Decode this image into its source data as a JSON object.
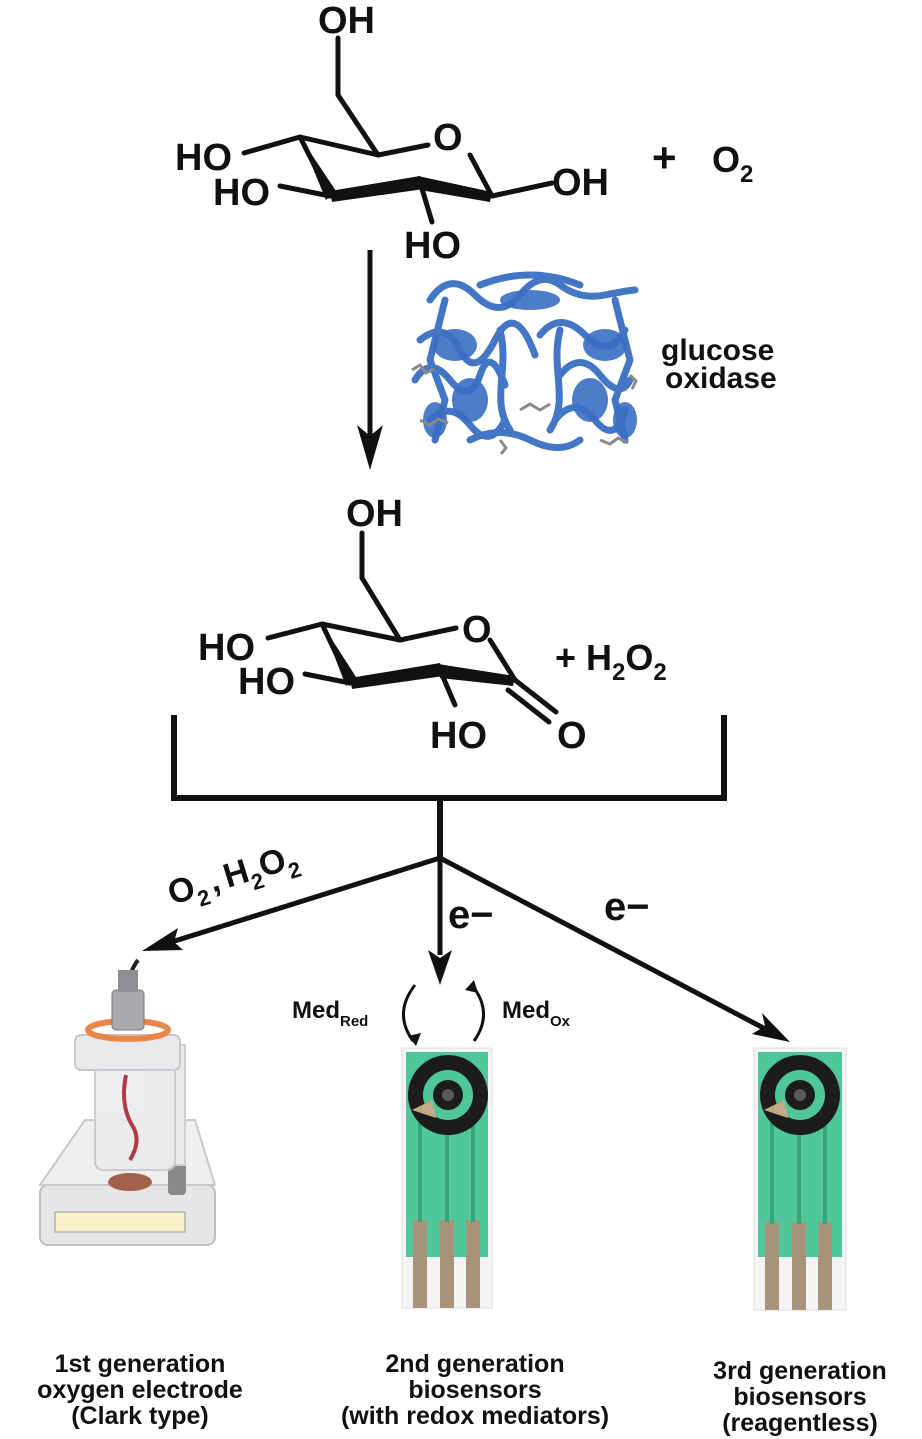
{
  "reactant": {
    "atoms": {
      "oh_top": "OH",
      "ho_left1": "HO",
      "ho_left2": "HO",
      "o_ring": "O",
      "oh_right": "OH",
      "ho_bottom": "HO"
    },
    "plus": "+",
    "oxygen": {
      "main": "O",
      "sub": "2"
    }
  },
  "enzyme": {
    "line1": "glucose",
    "line2": "oxidase"
  },
  "product": {
    "atoms": {
      "oh_top": "OH",
      "ho_left1": "HO",
      "ho_left2": "HO",
      "o_ring": "O",
      "ho_bottom": "HO",
      "o_carbonyl": "O"
    },
    "byproduct": {
      "plus": "+ ",
      "h": "H",
      "sub1": "2",
      "o": "O",
      "sub2": "2"
    }
  },
  "branches": {
    "left_label": {
      "o": "O",
      "sub1": "2",
      "comma": ",",
      "h": "H",
      "sub2": "2",
      "o2": "O",
      "sub3": "2"
    },
    "middle_label": "e−",
    "right_label": "e−",
    "med_red": {
      "main": "Med",
      "sub": "Red"
    },
    "med_ox": {
      "main": "Med",
      "sub": "Ox"
    }
  },
  "colors": {
    "protein": "#3a6fc4",
    "sensor_green": "#4fc79a",
    "electrode_black": "#1c1c1c",
    "orange_ring": "#e8874a"
  },
  "captions": {
    "gen1": {
      "line1": "1st generation",
      "line2": "oxygen electrode",
      "line3": "(Clark type)"
    },
    "gen2": {
      "line1": "2nd generation",
      "line2": "biosensors",
      "line3": "(with redox mediators)"
    },
    "gen3": {
      "line1": "3rd generation",
      "line2": "biosensors",
      "line3": "(reagentless)"
    }
  }
}
